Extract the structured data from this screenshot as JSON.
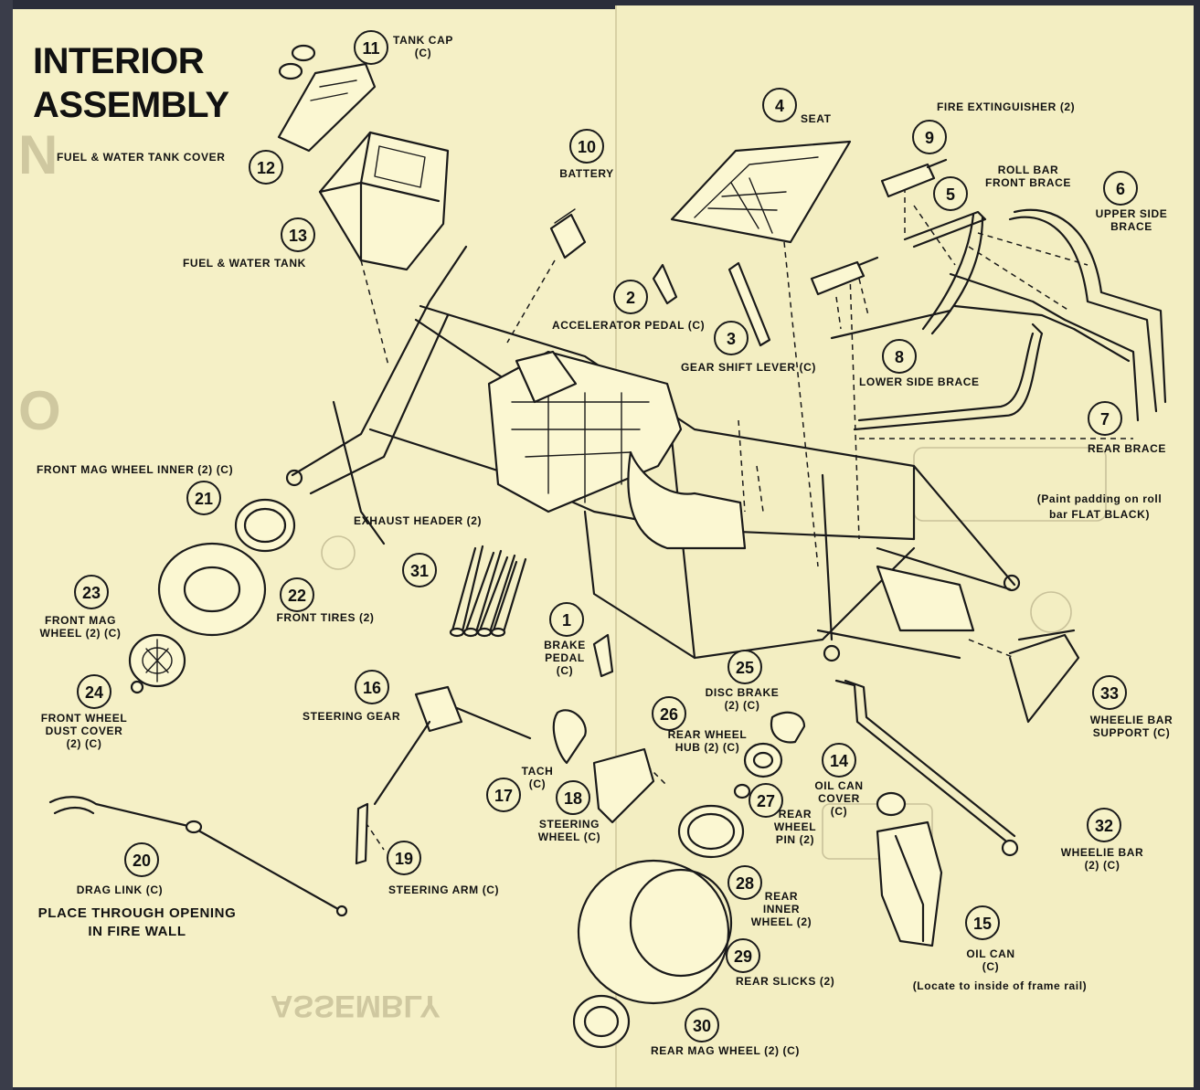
{
  "title": {
    "line1": "INTERIOR",
    "line2": "ASSEMBLY"
  },
  "parts": [
    {
      "number": "1",
      "lines": [
        "BRAKE",
        "PEDAL",
        "(C)"
      ]
    },
    {
      "number": "2",
      "lines": [
        "ACCELERATOR PEDAL (C)"
      ]
    },
    {
      "number": "3",
      "lines": [
        "GEAR SHIFT LEVER (C)"
      ]
    },
    {
      "number": "4",
      "lines": [
        "SEAT"
      ]
    },
    {
      "number": "5",
      "lines": [
        "ROLL BAR",
        "FRONT BRACE"
      ]
    },
    {
      "number": "6",
      "lines": [
        "UPPER SIDE",
        "BRACE"
      ]
    },
    {
      "number": "7",
      "lines": [
        "REAR BRACE"
      ]
    },
    {
      "number": "8",
      "lines": [
        "LOWER SIDE BRACE"
      ]
    },
    {
      "number": "9",
      "lines": [
        "FIRE EXTINGUISHER (2)"
      ]
    },
    {
      "number": "10",
      "lines": [
        "BATTERY"
      ]
    },
    {
      "number": "11",
      "lines": [
        "TANK CAP",
        "(C)"
      ]
    },
    {
      "number": "12",
      "lines": [
        "FUEL & WATER TANK COVER"
      ]
    },
    {
      "number": "13",
      "lines": [
        "FUEL & WATER TANK"
      ]
    },
    {
      "number": "14",
      "lines": [
        "OIL CAN",
        "COVER",
        "(C)"
      ]
    },
    {
      "number": "15",
      "lines": [
        "OIL CAN",
        "(C)"
      ]
    },
    {
      "number": "16",
      "lines": [
        "STEERING GEAR"
      ]
    },
    {
      "number": "17",
      "lines": [
        "TACH",
        "(C)"
      ]
    },
    {
      "number": "18",
      "lines": [
        "STEERING",
        "WHEEL (C)"
      ]
    },
    {
      "number": "19",
      "lines": [
        "STEERING ARM (C)"
      ]
    },
    {
      "number": "20",
      "lines": [
        "DRAG LINK (C)"
      ]
    },
    {
      "number": "21",
      "lines": [
        "FRONT MAG WHEEL INNER (2) (C)"
      ]
    },
    {
      "number": "22",
      "lines": [
        "FRONT TIRES (2)"
      ]
    },
    {
      "number": "23",
      "lines": [
        "FRONT MAG",
        "WHEEL (2) (C)"
      ]
    },
    {
      "number": "24",
      "lines": [
        "FRONT WHEEL",
        "DUST COVER",
        "(2) (C)"
      ]
    },
    {
      "number": "25",
      "lines": [
        "DISC BRAKE",
        "(2) (C)"
      ]
    },
    {
      "number": "26",
      "lines": [
        "REAR WHEEL",
        "HUB (2) (C)"
      ]
    },
    {
      "number": "27",
      "lines": [
        "REAR",
        "WHEEL",
        "PIN (2)"
      ]
    },
    {
      "number": "28",
      "lines": [
        "REAR",
        "INNER",
        "WHEEL (2)"
      ]
    },
    {
      "number": "29",
      "lines": [
        "REAR SLICKS (2)"
      ]
    },
    {
      "number": "30",
      "lines": [
        "REAR MAG WHEEL (2) (C)"
      ]
    },
    {
      "number": "31",
      "lines": [
        "EXHAUST HEADER (2)"
      ]
    },
    {
      "number": "32",
      "lines": [
        "WHEELIE BAR",
        "(2) (C)"
      ]
    },
    {
      "number": "33",
      "lines": [
        "WHEELIE BAR",
        "SUPPORT (C)"
      ]
    }
  ],
  "notes": {
    "roll_bar_paint": [
      "(Paint padding on roll",
      "bar FLAT BLACK)"
    ],
    "drag_link": [
      "PLACE THROUGH OPENING",
      "IN FIRE WALL"
    ],
    "oil_can": "(Locate to inside of frame rail)"
  },
  "colors": {
    "paper": "#f5f0c6",
    "ink": "#1a1a1a",
    "backdrop": "#2a2d3a"
  }
}
